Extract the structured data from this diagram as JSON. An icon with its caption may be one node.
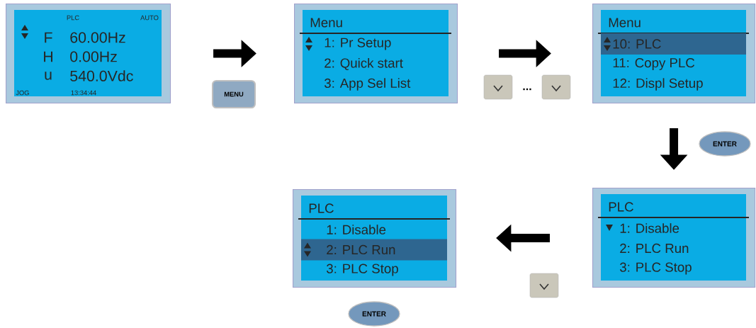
{
  "diagram": {
    "nodes": [
      {
        "text": [
          "PLC",
          "AUTO",
          "F",
          "60.00Hz",
          "H",
          "0.00Hz",
          "u",
          "540.0Vdc",
          "JOG",
          "13:34:44"
        ]
      },
      {
        "text": [
          "Menu",
          "1: Pr Setup",
          "2: Quick start",
          "3: App Sel List"
        ]
      },
      {
        "text": [
          "Menu",
          "10: PLC",
          "11: Copy PLC",
          "12: Displ Setup"
        ]
      },
      {
        "text": [
          "PLC",
          "1: Disable",
          "2: PLC Run",
          "3: PLC Stop"
        ]
      },
      {
        "text": [
          "PLC",
          "1: Disable",
          "2: PLC Run",
          "3: PLC Stop"
        ],
        "beside": [
          "ENTER"
        ]
      }
    ],
    "edges": [
      {
        "from": 0,
        "to": 1,
        "arrow": "to"
      },
      {
        "from": 1,
        "to": 2,
        "arrow": "to"
      },
      {
        "from": 2,
        "to": 3,
        "arrow": "to"
      },
      {
        "from": 3,
        "to": 4,
        "arrow": "to"
      }
    ],
    "labels": [
      "MENU",
      "...",
      "ENTER"
    ]
  }
}
